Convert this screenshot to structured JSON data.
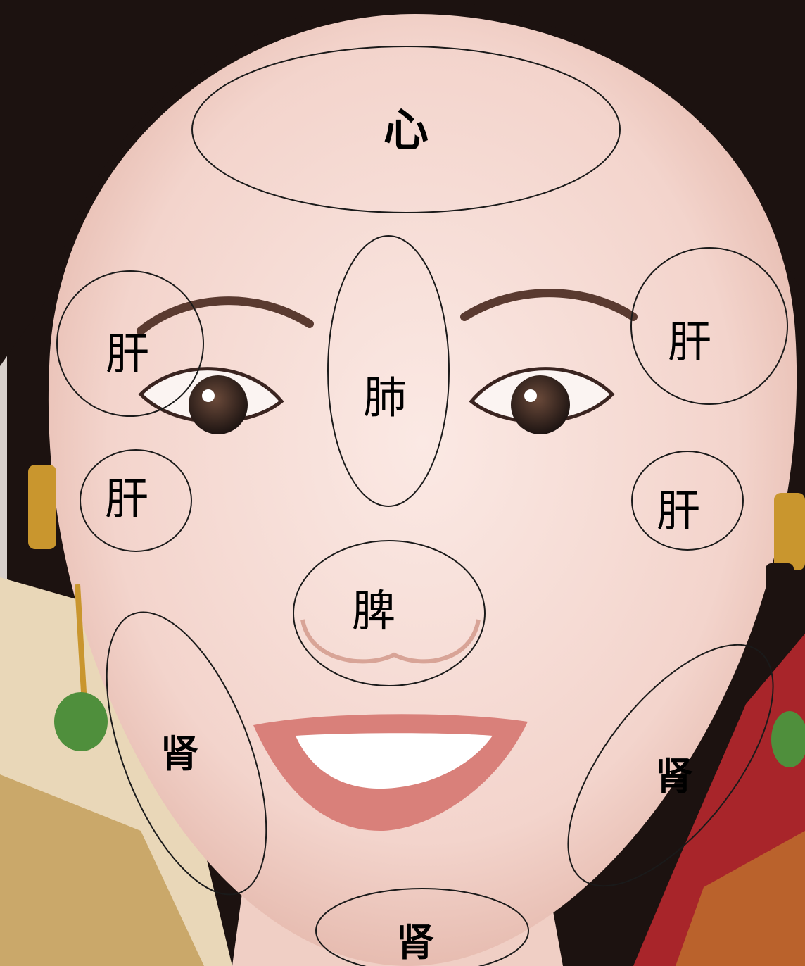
{
  "colors": {
    "hair": "#1c1210",
    "skin": "#f6dcd6",
    "skin_shadow": "#e8b9ad",
    "outline": "#1a1a1a",
    "label": "#000000",
    "lips": "#d9807a",
    "earring_gold": "#c9962e",
    "jade": "#4f8f3c",
    "robe_red": "#a8252a"
  },
  "zones": [
    {
      "id": "forehead",
      "organ": "心"
    },
    {
      "id": "nose-bridge",
      "organ": "肺"
    },
    {
      "id": "left-temple",
      "organ": "肝"
    },
    {
      "id": "right-temple",
      "organ": "肝"
    },
    {
      "id": "left-cheek",
      "organ": "肝"
    },
    {
      "id": "right-cheek",
      "organ": "肝"
    },
    {
      "id": "nose-tip",
      "organ": "脾"
    },
    {
      "id": "left-jaw",
      "organ": "肾"
    },
    {
      "id": "right-jaw",
      "organ": "肾"
    },
    {
      "id": "chin",
      "organ": "肾"
    }
  ]
}
